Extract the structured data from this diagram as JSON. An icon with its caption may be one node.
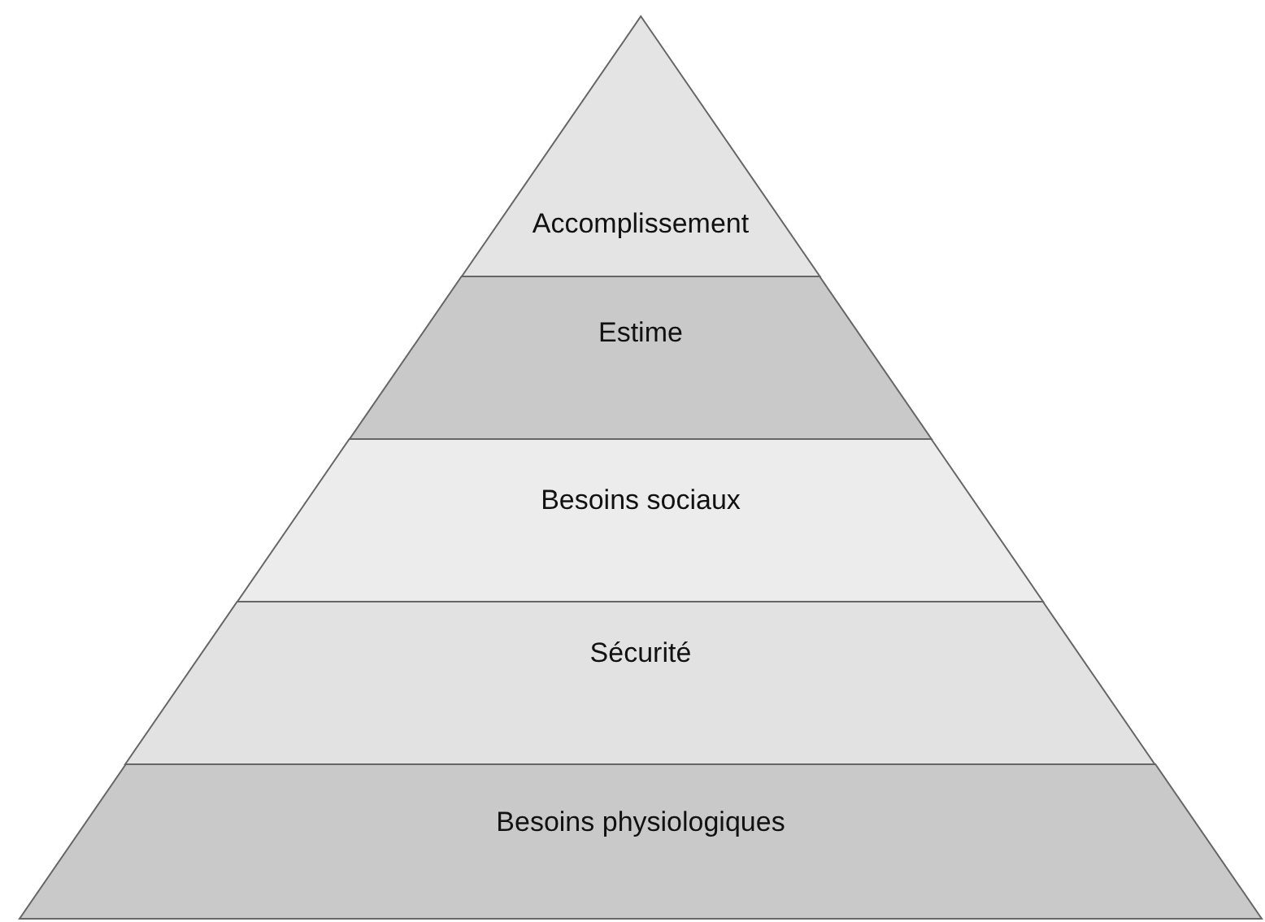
{
  "diagram": {
    "nodes": [
      {
        "text": [
          "Accomplissement"
        ]
      },
      {
        "text": [
          "Estime"
        ]
      },
      {
        "text": [
          "Besoins sociaux"
        ]
      },
      {
        "text": [
          "Sécurité"
        ]
      },
      {
        "text": [
          "Besoins physiologiques"
        ]
      }
    ]
  }
}
